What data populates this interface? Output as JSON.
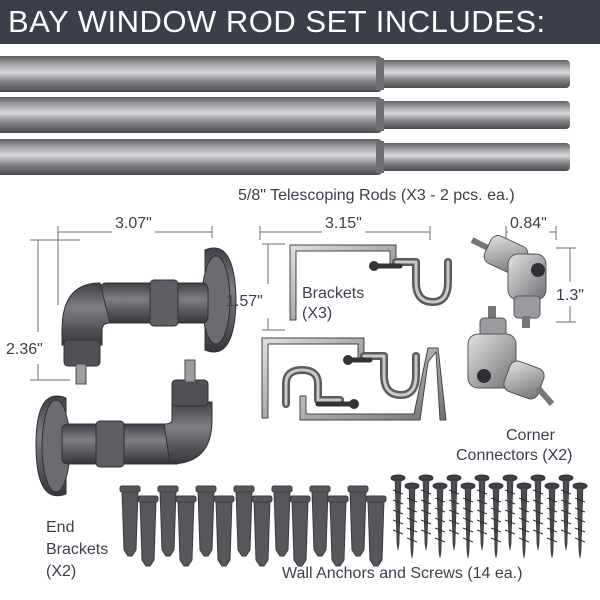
{
  "banner": {
    "title": "BAY WINDOW ROD SET INCLUDES:",
    "background": "#3b3f4c",
    "text_color": "#ffffff"
  },
  "colors": {
    "rod_metal": "#8c8c8f",
    "iron": "#55575c",
    "brushed_steel": "#b8b9bb",
    "dimension_line": "#6b6b6b",
    "label_text": "#3b3f4c"
  },
  "rods": {
    "caption": "5/8\" Telescoping Rods (X3 - 2 pcs. ea.)"
  },
  "end_brackets": {
    "width_label": "3.07\"",
    "height_label": "2.36\"",
    "caption_line1": "End",
    "caption_line2": "Brackets",
    "caption_line3": "(X2)"
  },
  "brackets": {
    "width_label": "3.15\"",
    "height_label": "1.57\"",
    "caption_line1": "Brackets",
    "caption_line2": "(X3)"
  },
  "corner_connectors": {
    "width_label": "0.84\"",
    "height_label": "1.3\"",
    "caption_line1": "Corner",
    "caption_line2": "Connectors (X2)"
  },
  "hardware": {
    "caption": "Wall Anchors and Screws (14 ea.)"
  }
}
